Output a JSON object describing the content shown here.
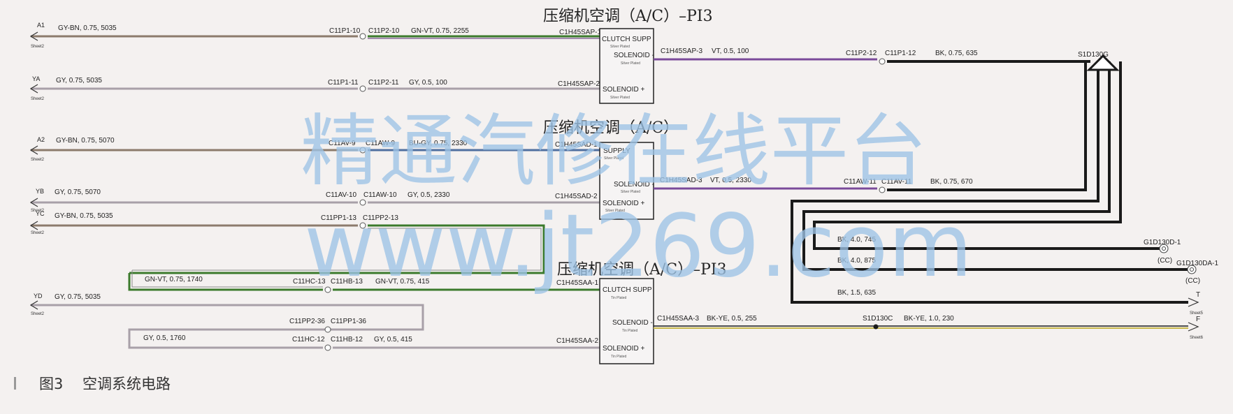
{
  "titles": {
    "t1": "压缩机空调（A/C）–PI3",
    "t2": "压缩机空调（A/C）",
    "t3": "压缩机空调（A/C）–PI3"
  },
  "watermark": {
    "line1": "精通汽修在线平台",
    "line2": "www.jt269.com"
  },
  "caption": {
    "fig": "图3",
    "text": "空调系统电路"
  },
  "sheet_label": "Sheet2",
  "left_wires": [
    {
      "pin": "A1",
      "spec": "GY-BN, 0.75, 5035",
      "c1": "C11P1-10",
      "c2": "C11P2-10",
      "spec2": "GN-VT, 0.75, 2255",
      "term": "C1H45SAP-1"
    },
    {
      "pin": "YA",
      "spec": "GY, 0.75, 5035",
      "c1": "C11P1-11",
      "c2": "C11P2-11",
      "spec2": "GY, 0.5, 100",
      "term": "C1H45SAP-2"
    },
    {
      "pin": "A2",
      "spec": "GY-BN, 0.75, 5070",
      "c1": "C11AV-9",
      "c2": "C11AW-9",
      "spec2": "BU-GY, 0.75, 2330",
      "term": "C1H45SAD-1"
    },
    {
      "pin": "YB",
      "spec": "GY, 0.75, 5070",
      "c1": "C11AV-10",
      "c2": "C11AW-10",
      "spec2": "GY, 0.5, 2330",
      "term": "C1H45SAD-2"
    },
    {
      "pin": "YC",
      "spec": "GY-BN, 0.75, 5035",
      "c1": "C11PP1-13",
      "c2": "C11PP2-13"
    },
    {
      "pin": "YD",
      "spec": "GY, 0.75, 5035"
    }
  ],
  "loop_wires": {
    "gnvt": {
      "spec": "GN-VT, 0.75, 1740",
      "c1": "C11HC-13",
      "c2": "C11HB-13",
      "spec2": "GN-VT, 0.75, 415",
      "term": "C1H45SAA-1"
    },
    "pp": {
      "c1": "C11PP2-36",
      "c2": "C11PP1-36"
    },
    "gy": {
      "spec": "GY, 0.5, 1760",
      "c1": "C11HC-12",
      "c2": "C11HB-12",
      "spec2": "GY, 0.5, 415",
      "term": "C1H45SAA-2"
    }
  },
  "comp1": {
    "pin_a": "CLUTCH SUPP",
    "pin_a_sub": "Silver Plated",
    "pin_b": "SOLENOID -",
    "pin_b_sub": "Silver Plated",
    "pin_c": "SOLENOID +",
    "pin_c_sub": "Silver Plated"
  },
  "comp2": {
    "pin_a": "SUPPLY",
    "pin_a_sub": "Silver Plated",
    "pin_b": "SOLENOID -",
    "pin_b_sub": "Silver Plated",
    "pin_c": "SOLENOID +",
    "pin_c_sub": "Silver Plated"
  },
  "comp3": {
    "pin_a": "CLUTCH SUPP",
    "pin_a_sub": "Tin Plated",
    "pin_b": "SOLENOID -",
    "pin_b_sub": "Tin Plated",
    "pin_c": "SOLENOID +",
    "pin_c_sub": "Tin Plated"
  },
  "right_wires": {
    "r1": {
      "term": "C1H45SAP-3",
      "spec": "VT, 0.5, 100",
      "c1": "C11P2-12",
      "c2": "C11P1-12",
      "spec2": "BK, 0.75, 635"
    },
    "r2": {
      "term": "C1H45SAD-3",
      "spec": "VT, 0.5, 2330",
      "c1": "C11AW-11",
      "c2": "C11AV-11",
      "spec2": "BK, 0.75, 670"
    },
    "r3": {
      "term": "C1H45SAA-3",
      "spec": "BK-YE, 0.5, 255",
      "splice": "S1D130C",
      "spec2": "BK-YE, 1.0, 230"
    }
  },
  "ground": {
    "splice": "S1D130G",
    "w1": "BK, 4.0, 745",
    "w2": "BK, 4.0, 875",
    "w3": "BK, 1.5, 635",
    "g1": "G1D130D-1",
    "g2": "G1D130DA-1",
    "cc": "(CC)",
    "out_t": "T",
    "out_t_sheet": "Sheet5",
    "out_f": "F",
    "out_f_sheet": "Sheet6"
  },
  "colors": {
    "gn_vt": "#3b7a2c",
    "gy": "#a8a0a8",
    "bk": "#1a1a1a",
    "vt": "#7a4a9a",
    "bu_gy": "#5070a0",
    "gy_bn": "#a08070"
  }
}
